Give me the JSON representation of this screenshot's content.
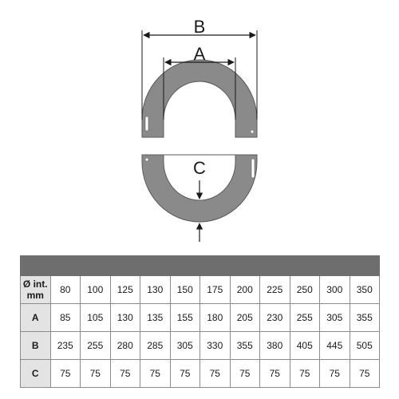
{
  "diagram": {
    "label_a": "A",
    "label_b": "B",
    "label_c": "C",
    "plate_color": "#8a8a8a",
    "plate_edge_color": "#5a5a5a"
  },
  "table": {
    "header_band_color": "#6e6e6e",
    "row_header_color": "#e3e3e3",
    "rows": [
      {
        "label": "Ø int.\nmm",
        "values": [
          "80",
          "100",
          "125",
          "130",
          "150",
          "175",
          "200",
          "225",
          "250",
          "300",
          "350"
        ]
      },
      {
        "label": "A",
        "values": [
          "85",
          "105",
          "130",
          "135",
          "155",
          "180",
          "205",
          "230",
          "255",
          "305",
          "355"
        ]
      },
      {
        "label": "B",
        "values": [
          "235",
          "255",
          "280",
          "285",
          "305",
          "330",
          "355",
          "380",
          "405",
          "445",
          "505"
        ]
      },
      {
        "label": "C",
        "values": [
          "75",
          "75",
          "75",
          "75",
          "75",
          "75",
          "75",
          "75",
          "75",
          "75",
          "75"
        ]
      }
    ]
  }
}
